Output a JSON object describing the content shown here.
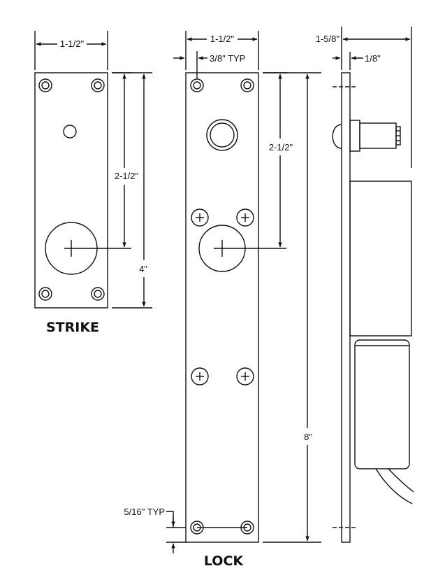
{
  "strike": {
    "title": "STRIKE",
    "width_dim": "1-1/2\"",
    "hole_spacing_dim": "2-1/2\"",
    "height_dim": "4\""
  },
  "lock": {
    "title": "LOCK",
    "width_dim": "1-1/2\"",
    "edge_offset_dim": "3/8\" TYP",
    "hole_spacing_dim": "2-1/2\"",
    "height_dim": "8\"",
    "bottom_offset_dim": "5/16\" TYP"
  },
  "side_view": {
    "depth_dim": "1-5/8\"",
    "plate_thickness_dim": "1/8\""
  }
}
